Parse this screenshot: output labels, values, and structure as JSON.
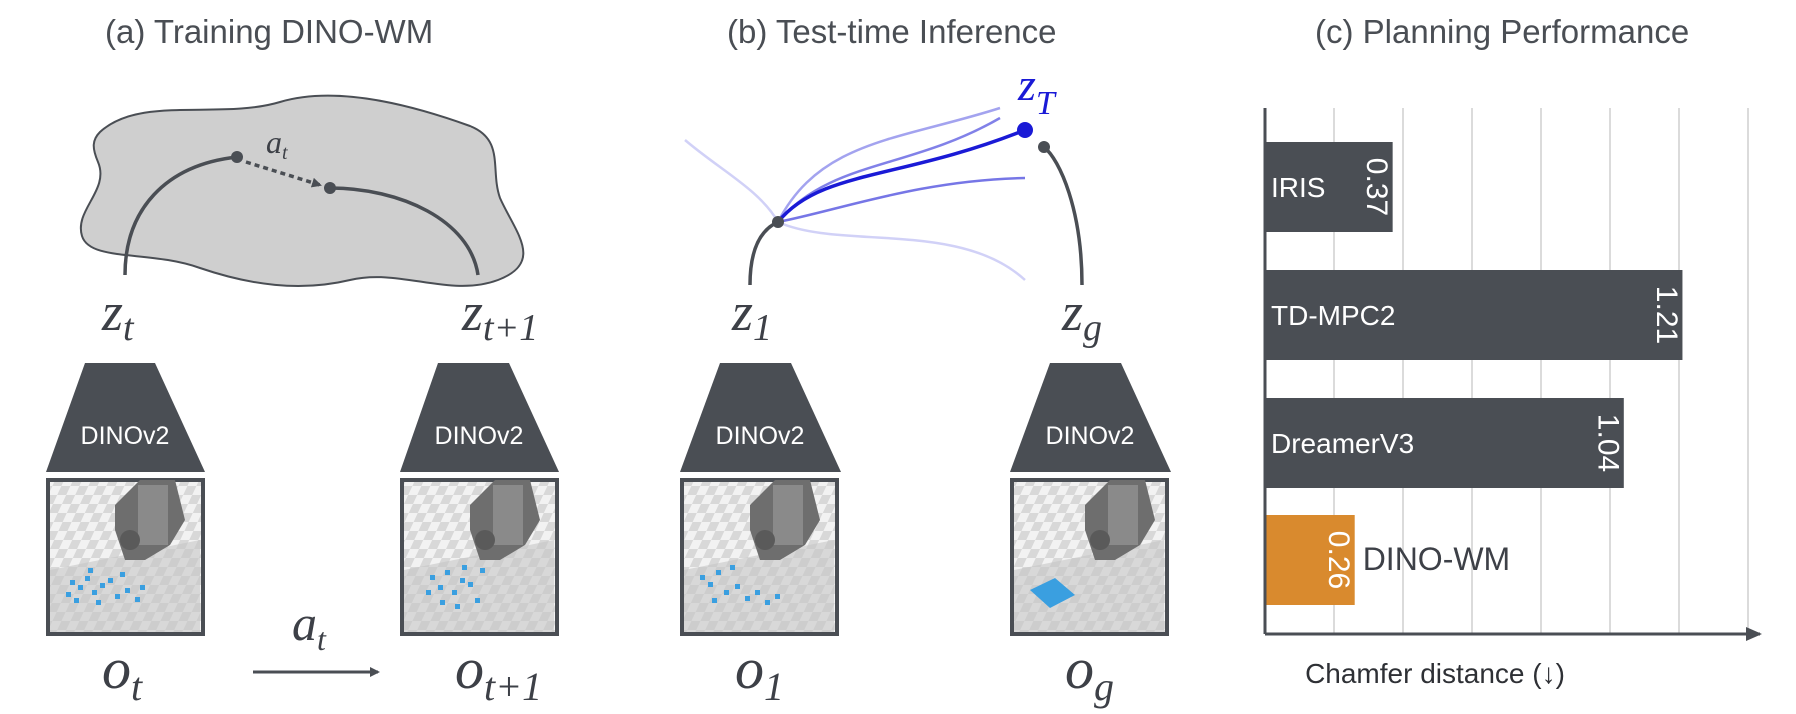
{
  "panels": {
    "a": {
      "title": "(a) Training DINO-WM",
      "encoder": "DINOv2",
      "latent_left": "z",
      "latent_left_sub": "t",
      "latent_right": "z",
      "latent_right_sub": "t+1",
      "obs_left": "o",
      "obs_left_sub": "t",
      "obs_right": "o",
      "obs_right_sub": "t+1",
      "action": "a",
      "action_sub": "t"
    },
    "b": {
      "title": "(b) Test-time Inference",
      "encoder": "DINOv2",
      "latent_start": "z",
      "latent_start_sub": "1",
      "latent_goal": "z",
      "latent_goal_sub": "g",
      "latent_final": "z",
      "latent_final_sub": "T",
      "obs_start": "o",
      "obs_start_sub": "1",
      "obs_goal": "o",
      "obs_goal_sub": "g"
    },
    "c": {
      "title": "(c) Planning Performance"
    }
  },
  "chart_data": {
    "type": "bar",
    "orientation": "horizontal",
    "title": "(c) Planning Performance",
    "xlabel": "Chamfer distance (↓)",
    "ylabel": "",
    "categories": [
      "IRIS",
      "TD-MPC2",
      "DreamerV3",
      "DINO-WM"
    ],
    "values": [
      0.37,
      1.21,
      1.04,
      0.26
    ],
    "value_labels": [
      "0.37",
      "1.21",
      "1.04",
      "0.26"
    ],
    "xlim": [
      0,
      1.4
    ],
    "grid": true,
    "colors": [
      "#4a4e54",
      "#4a4e54",
      "#4a4e54",
      "#d98a2e"
    ],
    "highlight": "DINO-WM"
  },
  "colors": {
    "dark": "#4a4e54",
    "blob": "#cfcfcf",
    "trajectory": "#1a1ad6",
    "orange": "#d98a2e",
    "particles": "#3a9fe0"
  }
}
